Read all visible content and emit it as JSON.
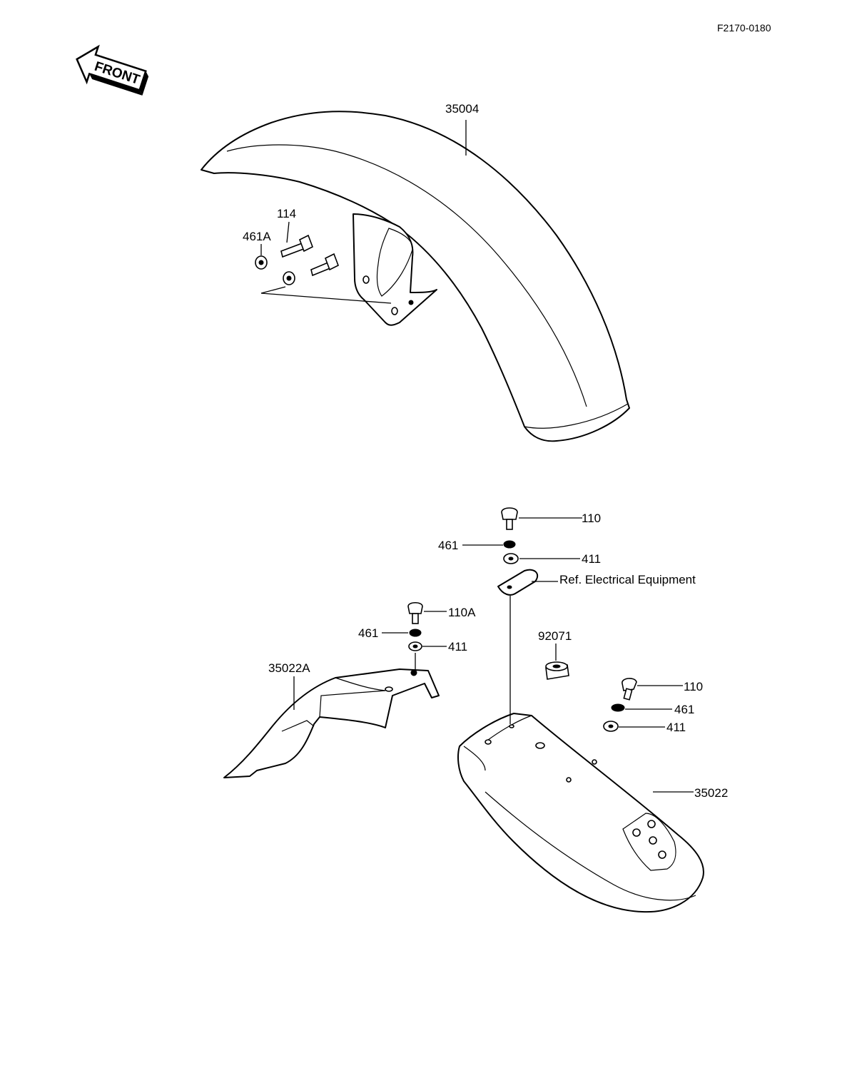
{
  "figure_code": "F2170-0180",
  "front_arrow_label": "FRONT",
  "labels": {
    "front_fender": "35004",
    "front_bolt": "114",
    "front_nut": "461A",
    "bolt_top": "110",
    "lockwasher_top": "461",
    "washer_top": "411",
    "ref_note": "Ref. Electrical Equipment",
    "bolt_left": "110A",
    "lockwasher_left": "461",
    "washer_left": "411",
    "grommet": "92071",
    "bolt_right": "110",
    "lockwasher_right": "461",
    "washer_right": "411",
    "rear_flap": "35022A",
    "rear_fender": "35022"
  }
}
